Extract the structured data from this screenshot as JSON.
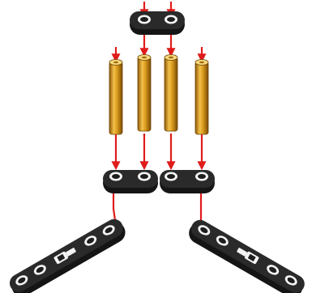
{
  "diagram": {
    "colors": {
      "background": "#ffffff",
      "arrow": "#e01b1b",
      "plate": "#151515",
      "plate_top": "#2a2a2a",
      "stud_ring": "#f4f4f4",
      "stud_hole": "#1e1e1e",
      "axle_light": "#f3c24a",
      "axle_mid": "#d89a1c",
      "axle_dark": "#8f5a08"
    },
    "parts": [
      {
        "kind": "plate-1x2-top",
        "icon": "black-plate-icon"
      },
      {
        "kind": "axle",
        "icon": "gold-axle-icon",
        "count": 4
      },
      {
        "kind": "plate-1x2-middle",
        "icon": "black-plate-icon",
        "count": 2
      },
      {
        "kind": "plate-1x6-bottom",
        "icon": "black-long-plate-icon",
        "count": 2
      }
    ]
  }
}
